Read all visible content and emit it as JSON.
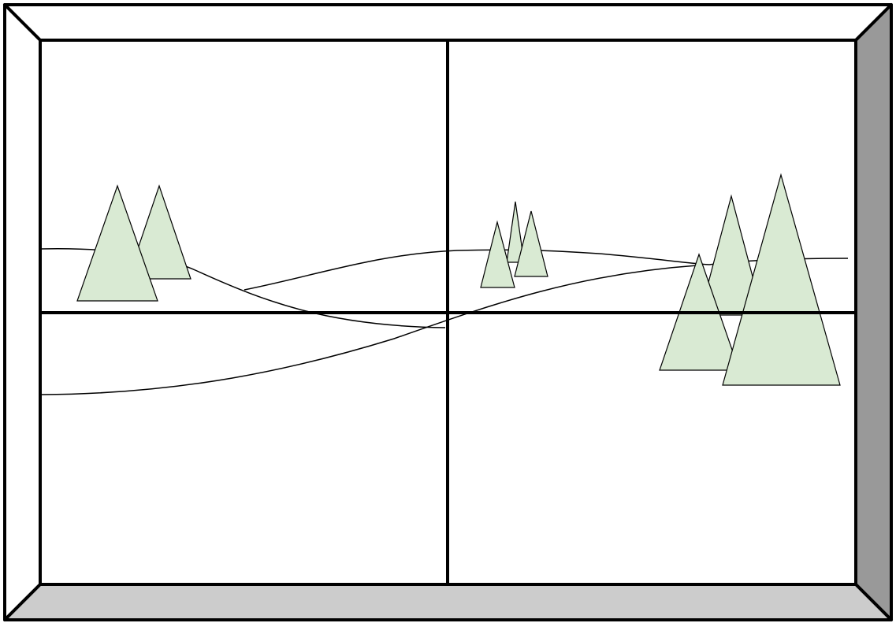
{
  "colors": {
    "frame_outline": "#000000",
    "frame_top_left": "#ffffff",
    "frame_right": "#999999",
    "frame_bottom": "#cccccc",
    "glass": "#ffffff",
    "tree_fill": "#d9ead3",
    "line": "#000000"
  },
  "scene": {
    "frame": "window-frame",
    "panes": 4,
    "hills": 3,
    "tree_groups": [
      {
        "name": "left-trees",
        "count": 2
      },
      {
        "name": "center-trees",
        "count": 3
      },
      {
        "name": "right-trees",
        "count": 3
      }
    ]
  }
}
